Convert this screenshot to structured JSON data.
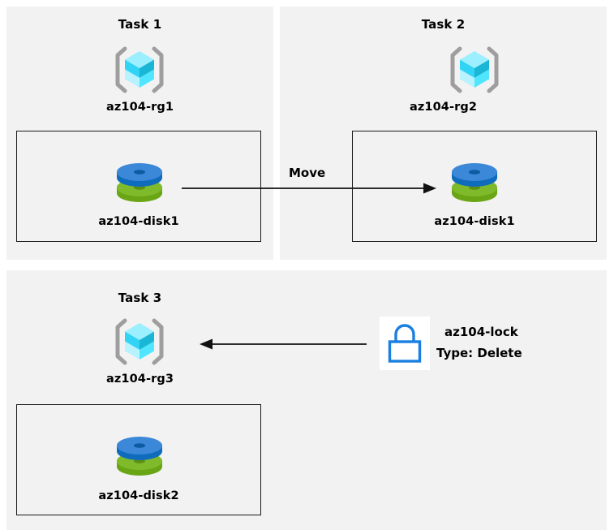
{
  "diagram": {
    "background_color": "#ffffff",
    "panel_color": "#f2f2f2",
    "accent_blue": "#0f7ddb",
    "accent_green": "#7ab929",
    "cube_cyan": "#50e6ff",
    "bracket_gray": "#9e9e9e",
    "line_color": "#1a1a1a"
  },
  "tasks": [
    {
      "id": "task1",
      "title": "Task 1",
      "resource_group": {
        "icon": "resource-group-cube-icon",
        "label": "az104-rg1"
      },
      "resource": {
        "icon": "managed-disk-icon",
        "label": "az104-disk1"
      }
    },
    {
      "id": "task2",
      "title": "Task 2",
      "resource_group": {
        "icon": "resource-group-cube-icon",
        "label": "az104-rg2"
      },
      "resource": {
        "icon": "managed-disk-icon",
        "label": "az104-disk1"
      }
    },
    {
      "id": "task3",
      "title": "Task 3",
      "resource_group": {
        "icon": "resource-group-cube-icon",
        "label": "az104-rg3"
      },
      "resource": {
        "icon": "managed-disk-icon",
        "label": "az104-disk2"
      }
    }
  ],
  "connectors": [
    {
      "id": "move-arrow",
      "label": "Move",
      "direction": "right",
      "from": "az104-disk1 (az104-rg1)",
      "to": "az104-disk1 (az104-rg2)"
    },
    {
      "id": "lock-arrow",
      "label": "",
      "direction": "left",
      "from": "az104-lock",
      "to": "az104-rg3"
    }
  ],
  "lock": {
    "icon": "lock-icon",
    "name": "az104-lock",
    "type_line": "Type: Delete"
  }
}
